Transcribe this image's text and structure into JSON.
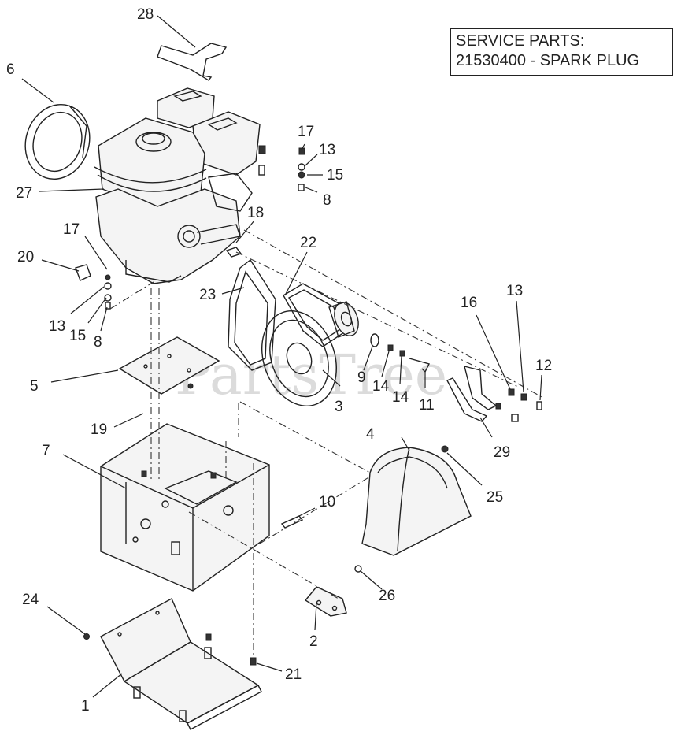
{
  "service_box": {
    "line1": "SERVICE PARTS:",
    "line2": "21530400 - SPARK PLUG"
  },
  "watermark": "PartsTree",
  "callouts": {
    "c1": "1",
    "c2": "2",
    "c3": "3",
    "c4": "4",
    "c5": "5",
    "c6": "6",
    "c7": "7",
    "c8a": "8",
    "c8b": "8",
    "c9": "9",
    "c10": "10",
    "c11": "11",
    "c12": "12",
    "c13a": "13",
    "c13b": "13",
    "c13c": "13",
    "c14a": "14",
    "c14b": "14",
    "c15a": "15",
    "c15b": "15",
    "c16": "16",
    "c17a": "17",
    "c17b": "17",
    "c18": "18",
    "c19": "19",
    "c20": "20",
    "c21": "21",
    "c22": "22",
    "c23": "23",
    "c24": "24",
    "c25": "25",
    "c26": "26",
    "c27": "27",
    "c28": "28",
    "c29": "29"
  },
  "colors": {
    "line": "#222222",
    "watermark": "#cfcfcf"
  }
}
